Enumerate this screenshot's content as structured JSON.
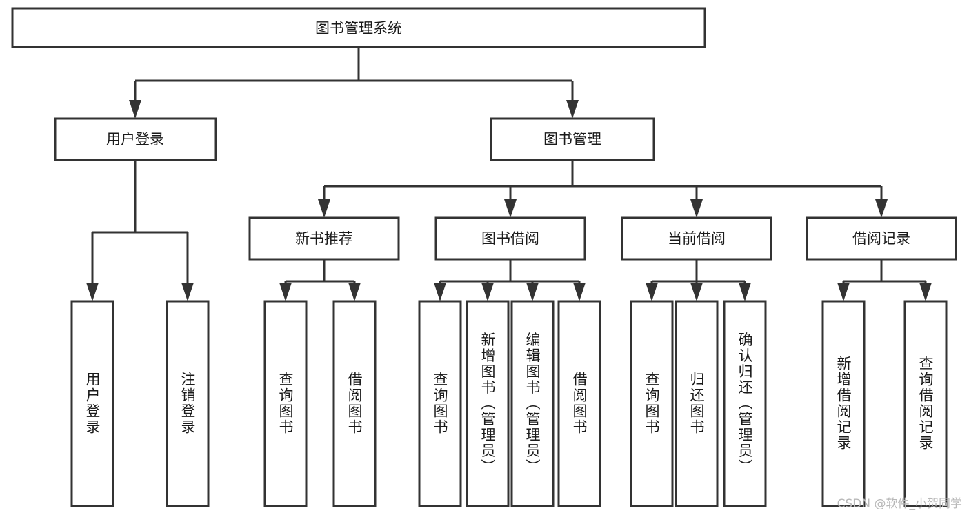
{
  "diagram": {
    "title": "图书管理系统",
    "type": "hierarchy-tree",
    "colors": {
      "box_stroke": "#333333",
      "box_fill": "#ffffff",
      "text": "#1a1a1a",
      "background": "#ffffff",
      "watermark": "#b8b8b8"
    },
    "levels": {
      "root": {
        "label": "图书管理系统"
      },
      "level2": [
        {
          "label": "用户登录"
        },
        {
          "label": "图书管理"
        }
      ],
      "level3": [
        {
          "label": "新书推荐"
        },
        {
          "label": "图书借阅"
        },
        {
          "label": "当前借阅"
        },
        {
          "label": "借阅记录"
        }
      ],
      "leaves": {
        "user_login": [
          {
            "label": "用户登录"
          },
          {
            "label": "注销登录"
          }
        ],
        "new_book_recommend": [
          {
            "label": "查询图书"
          },
          {
            "label": "借阅图书"
          }
        ],
        "book_borrow": [
          {
            "label": "查询图书"
          },
          {
            "label": "新增图书（管理员）"
          },
          {
            "label": "编辑图书（管理员）"
          },
          {
            "label": "借阅图书"
          }
        ],
        "current_borrow": [
          {
            "label": "查询图书"
          },
          {
            "label": "归还图书"
          },
          {
            "label": "确认归还（管理员）"
          }
        ],
        "borrow_records": [
          {
            "label": "新增借阅记录"
          },
          {
            "label": "查询借阅记录"
          }
        ]
      }
    },
    "watermark": "CSDN @软件_小贺同学"
  }
}
